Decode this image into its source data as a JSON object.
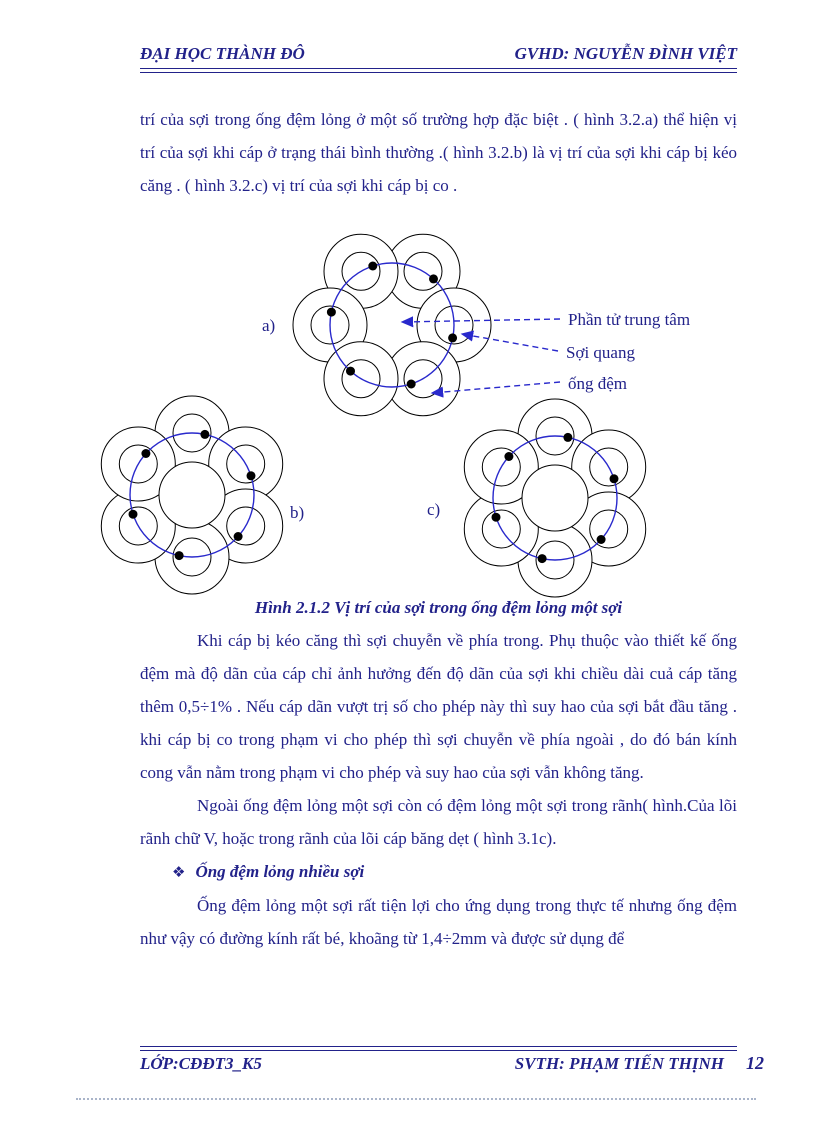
{
  "page": {
    "header": {
      "left": "ĐẠI HỌC THÀNH ĐÔ",
      "right": "GVHD: NGUYỄN ĐÌNH VIỆT"
    },
    "footer": {
      "left": "LỚP:CĐĐT3_K5",
      "right": "SVTH: PHẠM TIẾN THỊNH",
      "page_number": "12"
    }
  },
  "body": {
    "paragraph_1": "trí của sợi trong ống đệm lỏng ở một số trường hợp đặc biệt . ( hình 3.2.a) thể hiện vị trí của sợi khi cáp ở trạng thái bình thường .( hình 3.2.b) là vị trí của sợi khi cáp bị kéo căng . ( hình 3.2.c) vị trí của sợi khi cáp bị co .",
    "paragraph_2": "Khi cáp bị kéo căng thì sợi chuyễn về phía trong. Phụ thuộc vào thiết kế ống đệm mà độ dãn của cáp chỉ ảnh hưởng đến độ dãn của sợi khi chiều dài cuả cáp tăng thêm 0,5÷1% . Nếu cáp dãn vượt trị số cho phép này thì suy hao của sợi bắt đầu tăng . khi cáp bị co trong phạm vi cho phép thì sợi chuyễn về phía ngoài , do đó bán kính cong vẫn nằm trong phạm vi cho phép và suy hao của sợi vẫn không tăng.",
    "paragraph_3": "Ngoài ống đệm lỏng một sợi còn có đệm lỏng một sợi trong rãnh( hình.Của lõi rãnh chữ V, hoặc trong rãnh của lõi cáp băng dẹt ( hình 3.1c).",
    "bullet_marker": "❖",
    "bullet_heading": "Ống đệm lỏng nhiều sợi",
    "paragraph_4": "Ống đệm lỏng một sợi rất tiện lợi cho ứng dụng trong thực tế nhưng ống đệm như vậy có đường kính rất bé, khoãng từ 1,4÷2mm và được sử dụng để"
  },
  "figure": {
    "caption": "Hình 2.1.2 Vị trí của sợi trong ống đệm lỏng một sợi",
    "labels": {
      "a": "a)",
      "b": "b)",
      "c": "c)"
    },
    "annotations": {
      "center": "Phần tử trung tâm",
      "fiber": "Sợi quang",
      "tube": "ống đệm"
    },
    "colors": {
      "ink": "#22228a",
      "ring": "#2929cc"
    }
  }
}
